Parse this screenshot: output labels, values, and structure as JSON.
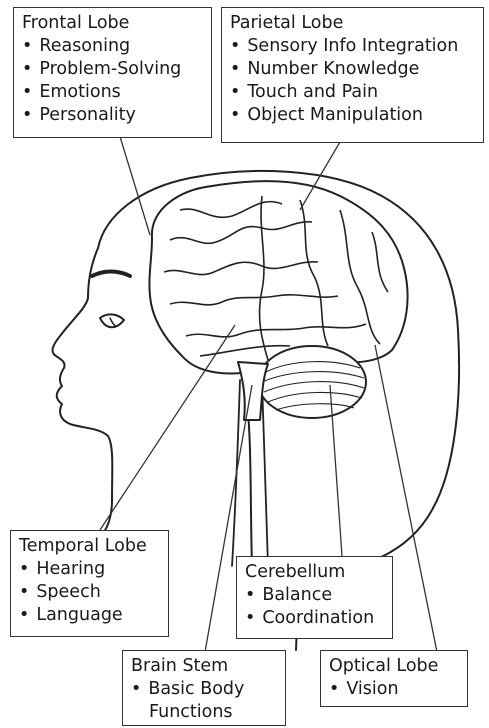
{
  "frontal": {
    "title": "Frontal Lobe",
    "items": [
      "Reasoning",
      "Problem-Solving",
      "Emotions",
      "Personality"
    ]
  },
  "parietal": {
    "title": "Parietal Lobe",
    "items": [
      "Sensory Info Integration",
      "Number Knowledge",
      "Touch and Pain",
      "Object Manipulation"
    ]
  },
  "temporal": {
    "title": "Temporal Lobe",
    "items": [
      "Hearing",
      "Speech",
      "Language"
    ]
  },
  "cerebellum": {
    "title": "Cerebellum",
    "items": [
      "Balance",
      "Coordination"
    ]
  },
  "brainstem": {
    "title": "Brain Stem",
    "items": [
      "Basic Body",
      "Functions"
    ]
  },
  "optical": {
    "title": "Optical Lobe",
    "items": [
      "Vision"
    ]
  }
}
